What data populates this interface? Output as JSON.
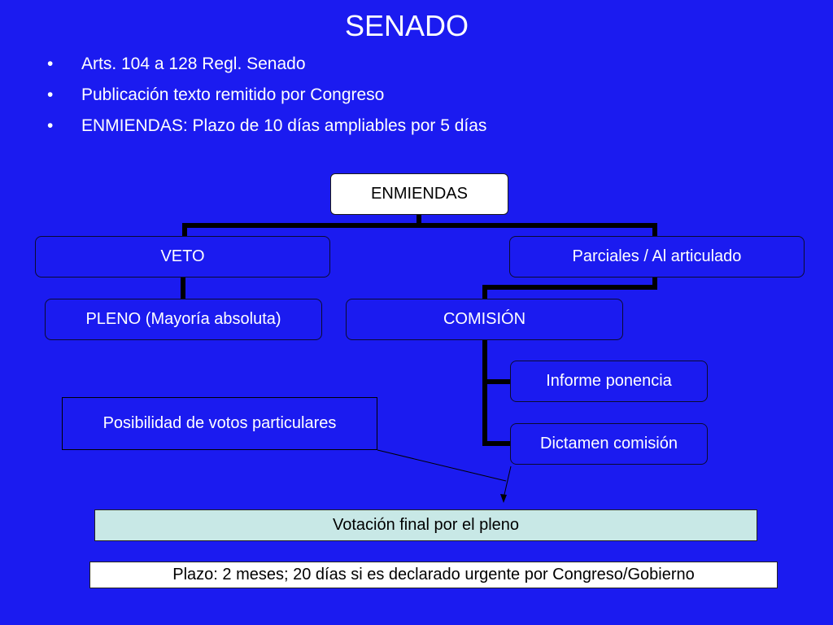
{
  "title": "SENADO",
  "bullets": [
    "Arts. 104 a 128 Regl. Senado",
    "Publicación texto remitido por Congreso",
    "ENMIENDAS: Plazo de 10 días ampliables por 5 días"
  ],
  "diagram": {
    "root": "ENMIENDAS",
    "veto": "VETO",
    "parciales": "Parciales / Al articulado",
    "pleno": "PLENO (Mayoría absoluta)",
    "comision": "COMISIÓN",
    "informe": "Informe ponencia",
    "dictamen": "Dictamen comisión",
    "votos": "Posibilidad de votos particulares",
    "votacion": "Votación final por el pleno",
    "plazo": "Plazo: 2 meses; 20 días si es declarado urgente por Congreso/Gobierno"
  },
  "colors": {
    "background": "#1b1bf0",
    "votacion_fill": "#c8e8e6",
    "connector": "#000000"
  }
}
